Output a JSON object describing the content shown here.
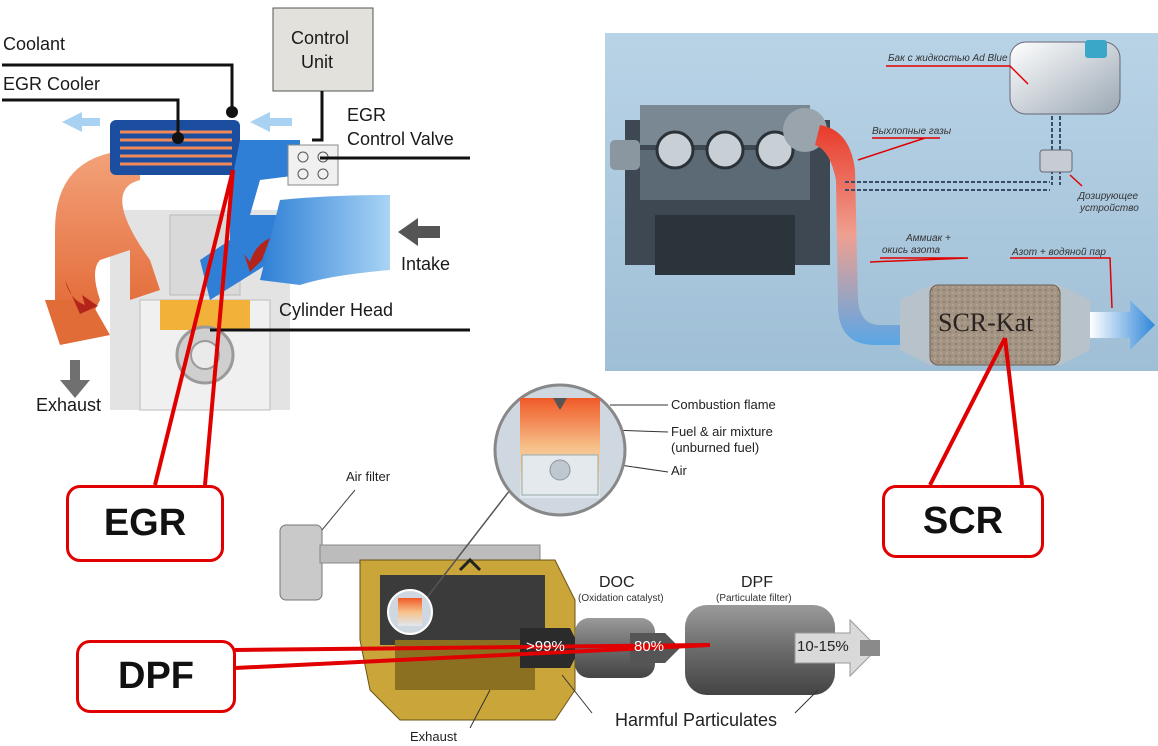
{
  "egr_diagram": {
    "coolant": "Coolant",
    "egr_cooler": "EGR Cooler",
    "control_unit_line1": "Control",
    "control_unit_line2": "Unit",
    "egr_valve_line1": "EGR",
    "egr_valve_line2": "Control Valve",
    "intake": "Intake",
    "cylinder_head": "Cylinder Head",
    "exhaust": "Exhaust"
  },
  "scr_diagram": {
    "adblue_tank": "Бак с жидкостью Ad Blue",
    "exhaust_gases": "Выхлопные газы",
    "doser_line1": "Дозирующее",
    "doser_line2": "устройство",
    "ammonia_line1": "Аммиак +",
    "ammonia_line2": "окись азота",
    "nitrogen_water": "Азот + водяной пар",
    "scr_kat": "SCR-Kat"
  },
  "dpf_diagram": {
    "combustion_flame": "Combustion flame",
    "fuel_air_line1": "Fuel & air mixture",
    "fuel_air_line2": "(unburned fuel)",
    "air": "Air",
    "air_filter": "Air filter",
    "doc": "DOC",
    "doc_sub": "(Oxidation catalyst)",
    "dpf": "DPF",
    "dpf_sub": "(Particulate filter)",
    "pct_engine": ">99%",
    "pct_doc": "80%",
    "pct_out": "10-15%",
    "harmful": "Harmful Particulates",
    "exhaust": "Exhaust"
  },
  "callouts": {
    "egr": "EGR",
    "scr": "SCR",
    "dpf": "DPF"
  },
  "colors": {
    "callout_red": "#e00000",
    "scr_background": "#a9c7dc",
    "engine_yellow": "#c9a53a"
  }
}
